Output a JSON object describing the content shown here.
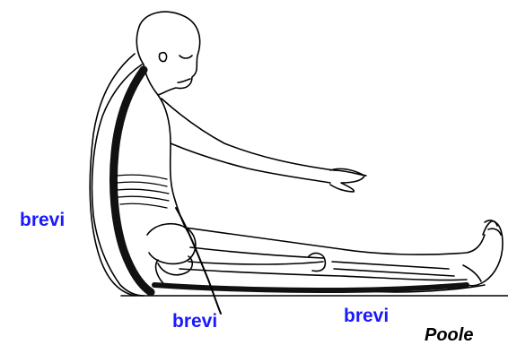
{
  "labels": {
    "left": "brevi",
    "bottom": "brevi",
    "right": "brevi"
  },
  "source_text": "Poole",
  "colors": {
    "label": "#1a1aff",
    "line": "#000000",
    "muscle_band": "#111111"
  }
}
